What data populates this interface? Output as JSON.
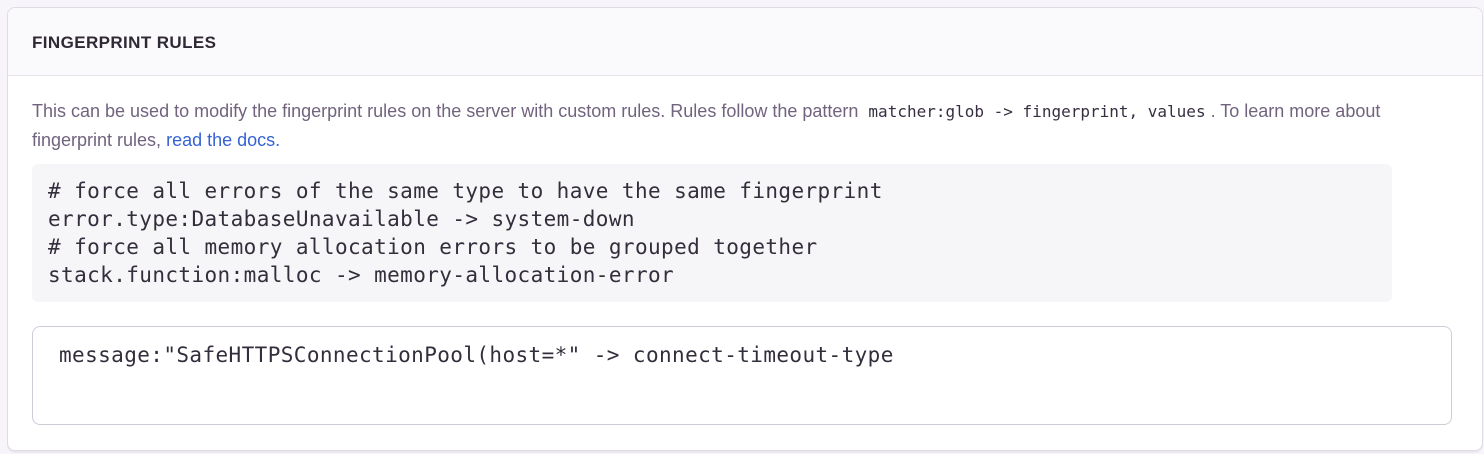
{
  "panel": {
    "title": "FINGERPRINT RULES",
    "description": {
      "before_code": "This can be used to modify the fingerprint rules on the server with custom rules. Rules follow the pattern",
      "inline_code": "matcher:glob -> fingerprint, values",
      "after_code": ". To learn more about fingerprint rules,",
      "link_label": "read the docs",
      "after_link": "."
    },
    "example_code": "# force all errors of the same type to have the same fingerprint\nerror.type:DatabaseUnavailable -> system-down\n# force all memory allocation errors to be grouped together\nstack.function:malloc -> memory-allocation-error",
    "rules_input": {
      "value": "message:\"SafeHTTPSConnectionPool(host=*\" -> connect-timeout-type"
    },
    "colors": {
      "link_blue": "#3562d4",
      "heading_text": "#2f2936",
      "body_text": "#71637e",
      "card_border": "#e0dce5",
      "header_background": "#faf9fb",
      "example_background": "#f6f6f8",
      "input_border": "#d1cbd8"
    }
  }
}
